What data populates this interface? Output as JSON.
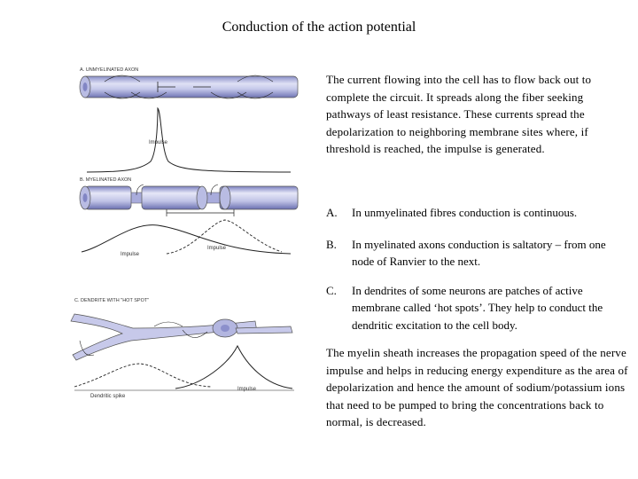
{
  "title": "Conduction of the action potential",
  "figure": {
    "panel_a": "A. UNMYELINATED AXON",
    "panel_b": "B. MYELINATED AXON",
    "panel_c": "C. DENDRITE WITH \"HOT SPOT\"",
    "impulse": "Impulse",
    "dendritic_spike": "Dendritic spike"
  },
  "intro": "The current flowing into the cell has to flow back out to complete the circuit. It spreads along the fiber seeking pathways of least resistance. These currents spread the depolarization to neighboring membrane sites where, if threshold is reached, the impulse is generated.",
  "items": [
    {
      "marker": "A.",
      "text": "In unmyelinated fibres conduction is continuous."
    },
    {
      "marker": "B.",
      "text": "In myelinated axons conduction is saltatory – from one node of Ranvier to the next."
    },
    {
      "marker": "C.",
      "text": "In dendrites of some neurons are patches of active membrane called ‘hot spots’. They help to conduct the dendritic excitation to the cell body."
    }
  ],
  "outro": "The myelin sheath increases the propagation speed of the nerve impulse and helps in reducing energy expenditure as the area of depolarization and hence the amount of sodium/potassium ions that need to be pumped to bring the concentrations back to normal, is decreased."
}
